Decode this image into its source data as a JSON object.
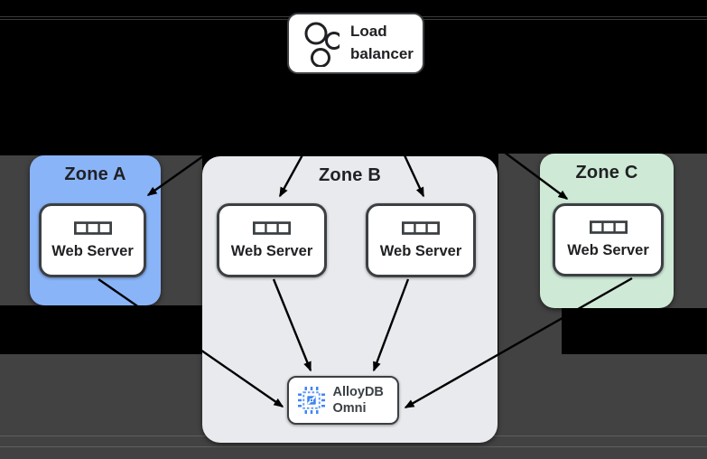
{
  "load_balancer": {
    "label": "Load balancer"
  },
  "zones": {
    "a": {
      "title": "Zone A",
      "server_label": "Web Server",
      "color": "#8ab4f8"
    },
    "b": {
      "title": "Zone B",
      "server1_label": "Web Server",
      "server2_label": "Web Server",
      "color": "#e8eaed"
    },
    "c": {
      "title": "Zone C",
      "server_label": "Web Server",
      "color": "#ceead6"
    }
  },
  "database": {
    "label": "AlloyDB Omni",
    "chip_color": "#4285f4",
    "chip_color_light": "#669df6"
  },
  "icons": {
    "load_balancer": "three-circles-icon",
    "web_server": "server-cells-icon",
    "database": "alloydb-chip-icon"
  },
  "colors": {
    "background": "#000000",
    "backdrop_shade": "#424242",
    "box_border": "#3c4043",
    "text": "#202124",
    "arrow": "#000000"
  },
  "connections": [
    {
      "from": "load-balancer",
      "to": "zone-a-web-server"
    },
    {
      "from": "load-balancer",
      "to": "zone-b-web-server-1"
    },
    {
      "from": "load-balancer",
      "to": "zone-b-web-server-2"
    },
    {
      "from": "load-balancer",
      "to": "zone-c-web-server"
    },
    {
      "from": "zone-a-web-server",
      "to": "alloydb-omni"
    },
    {
      "from": "zone-b-web-server-1",
      "to": "alloydb-omni"
    },
    {
      "from": "zone-b-web-server-2",
      "to": "alloydb-omni"
    },
    {
      "from": "zone-c-web-server",
      "to": "alloydb-omni"
    }
  ]
}
